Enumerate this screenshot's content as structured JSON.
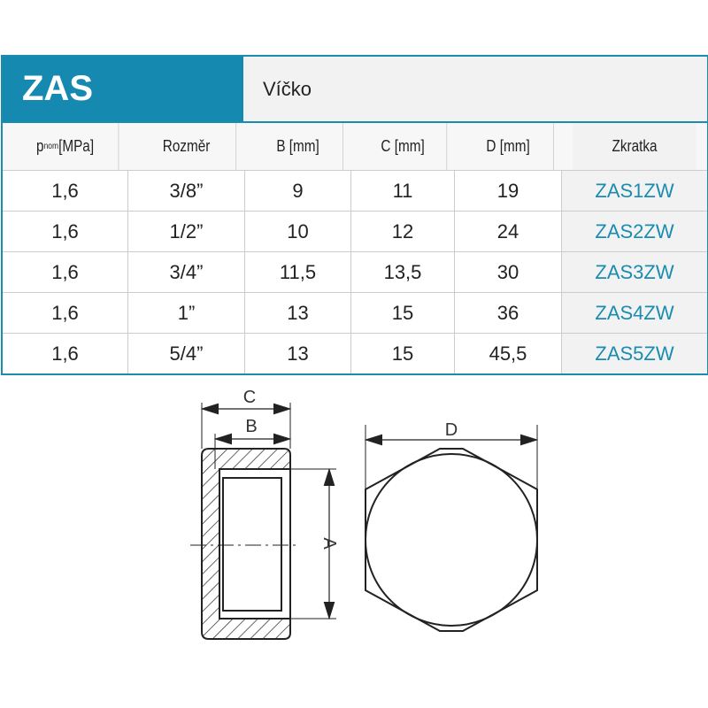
{
  "product": {
    "code": "ZAS",
    "name": "Víčko"
  },
  "table": {
    "headers": {
      "p": "p",
      "p_sub": "nom",
      "p_unit": " [MPa]",
      "size": "Rozměr",
      "b": "B [mm]",
      "c": "C [mm]",
      "d": "D [mm]",
      "code": "Zkratka"
    },
    "rows": [
      {
        "p": "1,6",
        "size": "3/8”",
        "b": "9",
        "c": "11",
        "d": "19",
        "code": "ZAS1ZW"
      },
      {
        "p": "1,6",
        "size": "1/2”",
        "b": "10",
        "c": "12",
        "d": "24",
        "code": "ZAS2ZW"
      },
      {
        "p": "1,6",
        "size": "3/4”",
        "b": "11,5",
        "c": "13,5",
        "d": "30",
        "code": "ZAS3ZW"
      },
      {
        "p": "1,6",
        "size": "1”",
        "b": "13",
        "c": "15",
        "d": "36",
        "code": "ZAS4ZW"
      },
      {
        "p": "1,6",
        "size": "5/4”",
        "b": "13",
        "c": "15",
        "d": "45,5",
        "code": "ZAS5ZW"
      }
    ]
  },
  "drawing": {
    "label_c": "C",
    "label_b": "B",
    "label_a": "A",
    "label_d": "D"
  }
}
